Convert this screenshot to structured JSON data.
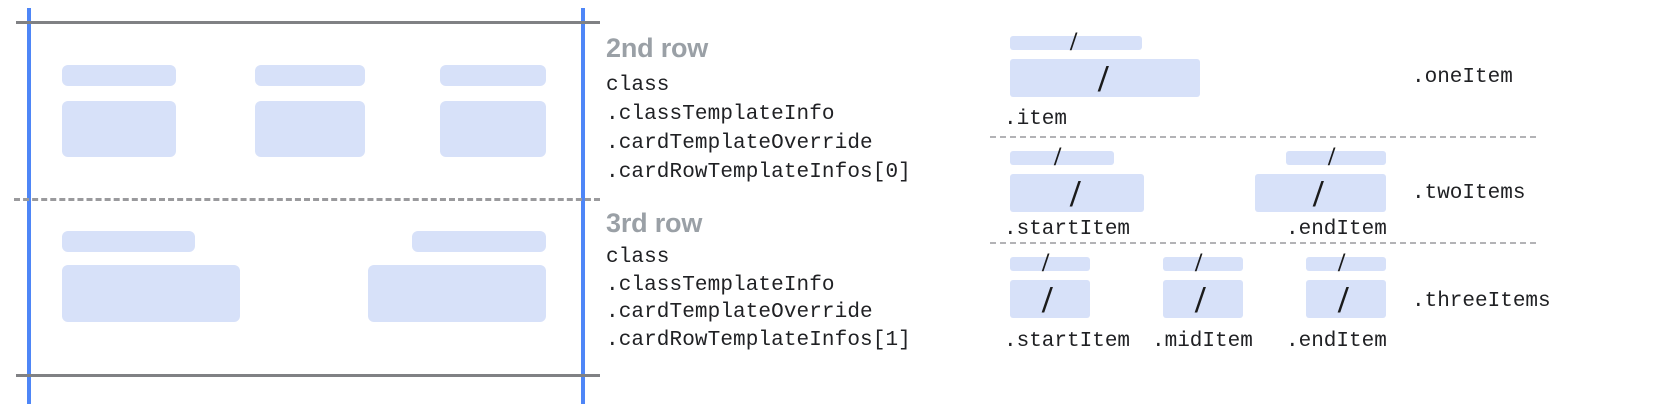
{
  "colors": {
    "placeholder_blue": "#d7e1f9",
    "guide_blue": "#4e86f7",
    "rule_gray": "#808184",
    "dash_gray": "#9a9a9d",
    "heading_gray": "#9aa0a6",
    "code_text": "#202124",
    "background": "#ffffff"
  },
  "left_panel": {
    "name": "card-rows-preview",
    "guides": {
      "left_edge": "vertical-guide",
      "right_edge": "vertical-guide"
    },
    "rows": [
      {
        "id": "second-row",
        "columns": [
          {
            "bar": "placeholder-bar",
            "block": "placeholder-block"
          },
          {
            "bar": "placeholder-bar",
            "block": "placeholder-block"
          },
          {
            "bar": "placeholder-bar",
            "block": "placeholder-block"
          }
        ]
      },
      {
        "id": "third-row",
        "columns": [
          {
            "bar": "placeholder-bar",
            "block": "placeholder-block"
          },
          {
            "bar": "placeholder-bar",
            "block": "placeholder-block"
          }
        ]
      }
    ]
  },
  "annotations": [
    {
      "heading": "2nd row",
      "code": [
        "class",
        ".classTemplateInfo",
        ".cardTemplateOverride",
        ".cardRowTemplateInfos[0]"
      ]
    },
    {
      "heading": "3rd row",
      "code": [
        "class",
        ".classTemplateInfo",
        ".cardTemplateOverride",
        ".cardRowTemplateInfos[1]"
      ]
    }
  ],
  "right_panel": {
    "name": "row-item-variants",
    "slash_glyph": "/",
    "groups": [
      {
        "group_label": ".oneItem",
        "items": [
          {
            "label": ".item"
          }
        ]
      },
      {
        "group_label": ".twoItems",
        "items": [
          {
            "label": ".startItem"
          },
          {
            "label": ".endItem"
          }
        ]
      },
      {
        "group_label": ".threeItems",
        "items": [
          {
            "label": ".startItem"
          },
          {
            "label": ".midItem"
          },
          {
            "label": ".endItem"
          }
        ]
      }
    ]
  }
}
